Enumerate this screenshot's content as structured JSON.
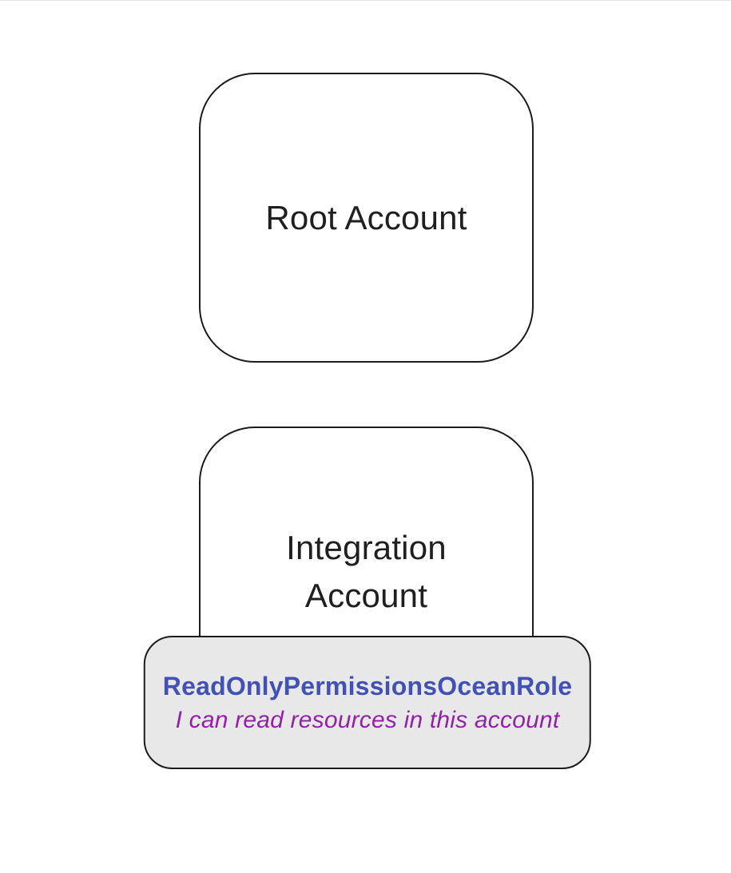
{
  "nodes": {
    "root": {
      "label": "Root Account"
    },
    "integration": {
      "label": "Integration Account"
    },
    "role": {
      "title": "ReadOnlyPermissionsOceanRole",
      "description": "I can read resources in this account"
    }
  },
  "colors": {
    "background": "#ffffff",
    "node_fill": "#ffffff",
    "node_border": "#1c1c1c",
    "node_label_text": "#1f1f1f",
    "badge_fill": "#e8e8e8",
    "badge_border": "#1c1c1c",
    "role_title_text": "#4152b4",
    "role_description_text": "#9321a8"
  }
}
